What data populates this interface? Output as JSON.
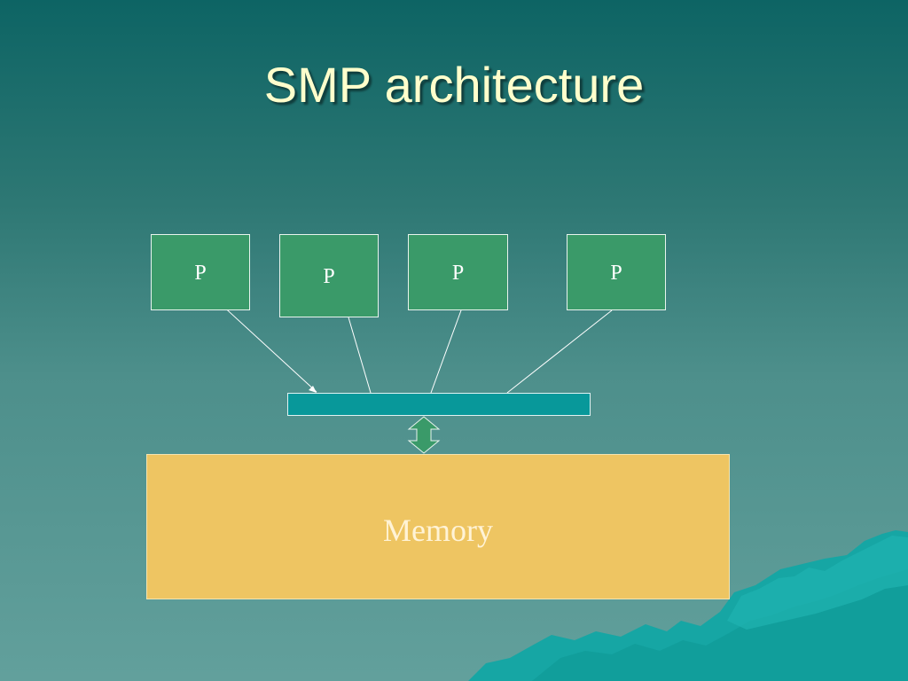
{
  "slide": {
    "title": "SMP architecture"
  },
  "diagram": {
    "processors": [
      {
        "label": "P"
      },
      {
        "label": "P"
      },
      {
        "label": "P"
      },
      {
        "label": "P"
      }
    ],
    "bus": "",
    "memory": {
      "label": "Memory"
    }
  },
  "colors": {
    "processor": "#3a9a69",
    "bus": "#08989a",
    "memory": "#eec562",
    "title": "#ffffcc",
    "mountain": "#15a7a5"
  }
}
